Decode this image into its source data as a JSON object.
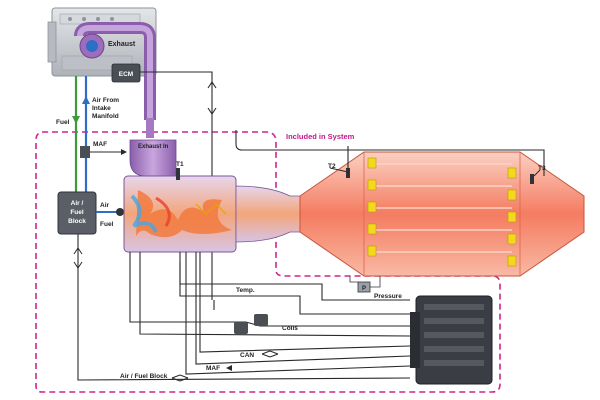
{
  "labels": {
    "exhaust": "Exhaust",
    "ecm": "ECM",
    "air_from": "Air From",
    "intake": "Intake",
    "manifold": "Manifold",
    "fuel_top": "Fuel",
    "maf_top": "MAF",
    "exhaust_in": "Exhaust In",
    "t1": "T1",
    "t2": "T2",
    "t3": "T3",
    "included": "Included in System",
    "afb_line1": "Air /",
    "afb_line2": "Fuel",
    "afb_line3": "Block",
    "air": "Air",
    "fuel_mid": "Fuel",
    "temp": "Temp.",
    "pressure": "Pressure",
    "p_sensor": "P",
    "coils": "Coils",
    "can": "CAN",
    "maf_bottom": "MAF",
    "afb_bottom": "Air / Fuel Block"
  },
  "colors": {
    "system_border": "#d1238f",
    "engine_gray": "#c9ccd1",
    "manifold_purple": "#a678c2",
    "fuel_green": "#3c9a3c",
    "air_blue": "#2d6fc4",
    "filter_orange": "#f47c61",
    "filter_light": "#fbd2c4",
    "filter_yellow": "#f5d81e",
    "ecm_dark": "#4a4e55",
    "wire_dark": "#2a2a2a"
  }
}
